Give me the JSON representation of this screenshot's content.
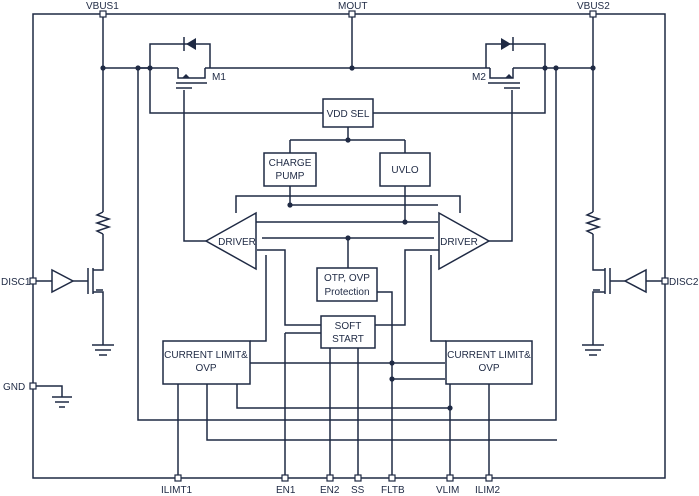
{
  "pins": {
    "vbus1": "VBUS1",
    "mout": "MOUT",
    "vbus2": "VBUS2",
    "disc1": "DISC1",
    "disc2": "DISC2",
    "gnd": "GND",
    "ilimt1": "ILIMT1",
    "en1": "EN1",
    "en2": "EN2",
    "ss": "SS",
    "fltb": "FLTB",
    "vlim": "VLIM",
    "ilim2": "ILIM2"
  },
  "blocks": {
    "vdd_sel": "VDD SEL",
    "charge_pump_line1": "CHARGE",
    "charge_pump_line2": "PUMP",
    "uvlo": "UVLO",
    "driver_left": "DRIVER",
    "driver_right": "DRIVER",
    "otp_line1": "OTP, OVP",
    "otp_line2": "Protection",
    "soft_start_line1": "SOFT",
    "soft_start_line2": "START",
    "cl_left_line1": "CURRENT LIMIT&",
    "cl_left_line2": "OVP",
    "cl_right_line1": "CURRENT LIMIT&",
    "cl_right_line2": "OVP"
  },
  "transistors": {
    "m1": "M1",
    "m2": "M2"
  }
}
